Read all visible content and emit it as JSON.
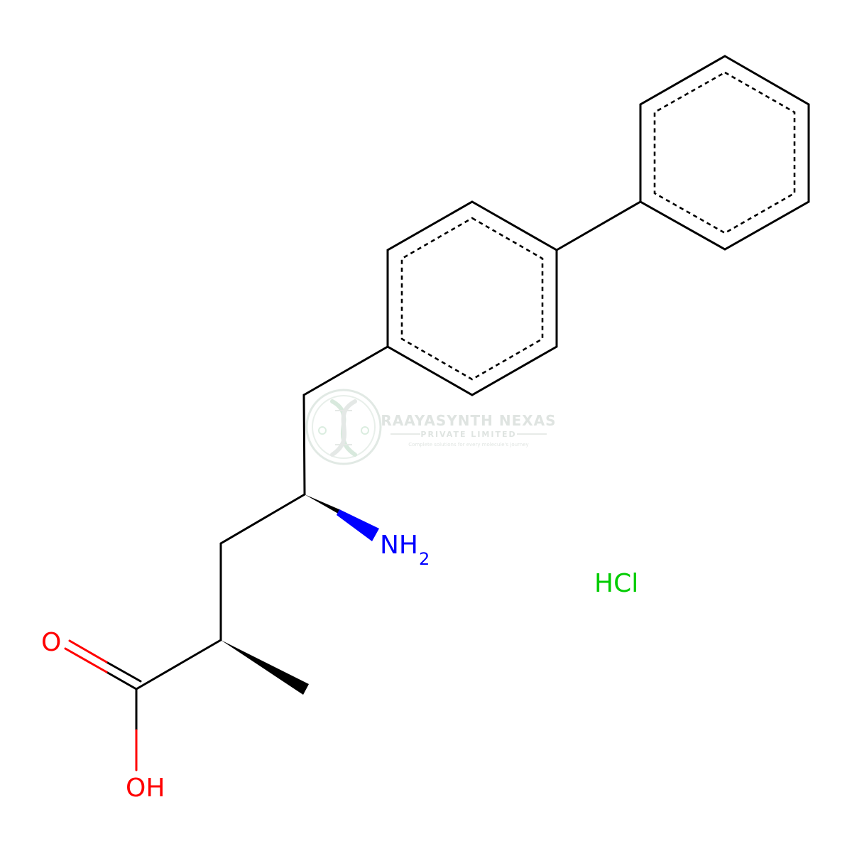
{
  "molecule": {
    "atom_labels": {
      "amine": "NH",
      "amine_subscript": "2",
      "carbonyl_oxygen": "O",
      "hydroxyl": "OH",
      "salt": "HCl"
    },
    "colors": {
      "bond": "#000000",
      "nitrogen": "#0000ff",
      "oxygen": "#ff0000",
      "chlorine": "#00cc00"
    }
  },
  "watermark": {
    "company": "RAAYASYNTH NEXAS",
    "subtitle": "PRIVATE LIMITED",
    "tagline": "Complete solutions for every molecule's journey",
    "logo_icon": "dna-helix-icon",
    "color": "#c8d2cc"
  }
}
